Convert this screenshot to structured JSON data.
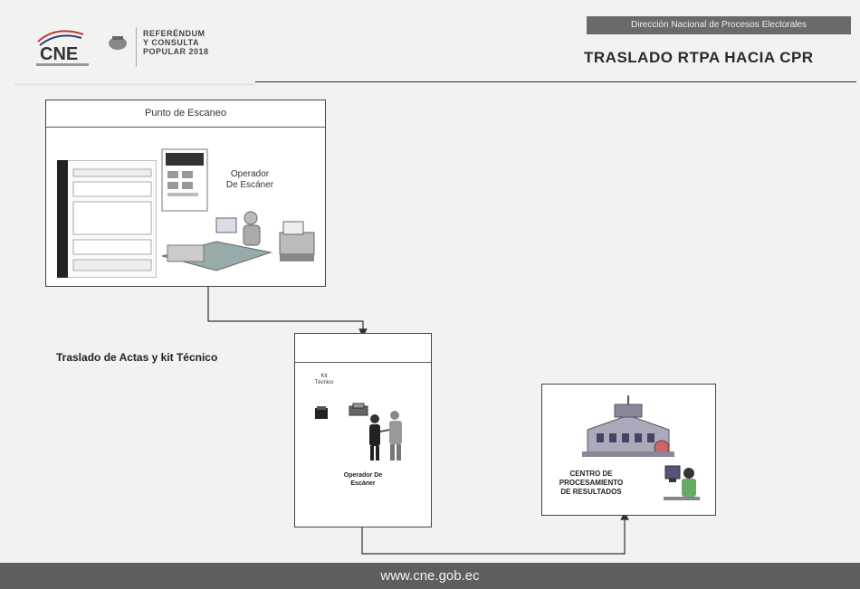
{
  "header": {
    "logo_text": "CNE",
    "referendum_lines": [
      "REFERÉNDUM",
      "Y CONSULTA",
      "POPULAR 2018"
    ],
    "badge": "Dirección Nacional de Procesos Electorales",
    "title": "TRASLADO RTPA  HACIA CPR"
  },
  "scan_box": {
    "title": "Punto de Escaneo",
    "operator_label_1": "Operador",
    "operator_label_2": "De Escáner"
  },
  "transfer": {
    "side_label": "Traslado de Actas y kit Técnico",
    "kit_label_1": "Kit",
    "kit_label_2": "Técnico",
    "operator_label_1": "Operador De",
    "operator_label_2": "Escáner"
  },
  "cpr_box": {
    "label_1": "CENTRO DE",
    "label_2": "PROCESAMIENTO",
    "label_3": "DE RESULTADOS"
  },
  "footer": {
    "url": "www.cne.gob.ec"
  },
  "colors": {
    "background": "#f2f2f0",
    "footer": "#5e5e5e",
    "badge": "#6a6a6a",
    "box_border": "#444444"
  }
}
